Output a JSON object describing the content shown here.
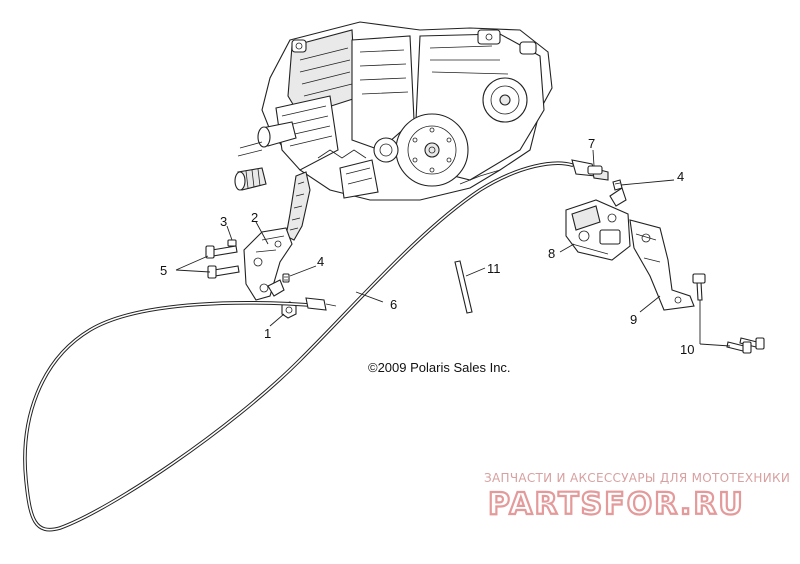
{
  "diagram": {
    "callouts": {
      "c1": "1",
      "c2": "2",
      "c3": "3",
      "c4a": "4",
      "c4b": "4",
      "c5": "5",
      "c6": "6",
      "c7": "7",
      "c8": "8",
      "c9": "9",
      "c10": "10",
      "c11": "11"
    },
    "copyright": "©2009 Polaris Sales Inc."
  },
  "watermark": {
    "tagline": "ЗАПЧАСТИ И АКСЕССУАРЫ ДЛЯ МОТОТЕХНИКИ",
    "logo": "PARTSFOR.RU",
    "color": "#e49a9a"
  }
}
